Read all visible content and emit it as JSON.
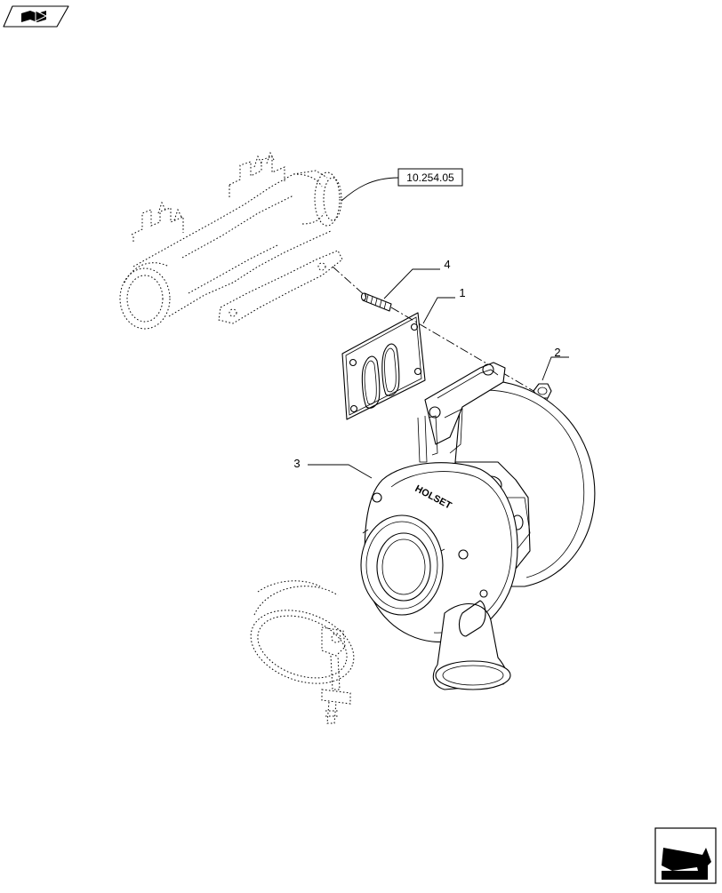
{
  "callouts": {
    "ref_box": "10.254.05",
    "item_1": "1",
    "item_2": "2",
    "item_3": "3",
    "item_4": "4"
  },
  "casting_text": "HOLSET",
  "icons": {
    "top_left": "book-arrow-icon",
    "bottom_right": "next-page-arrow-icon"
  }
}
